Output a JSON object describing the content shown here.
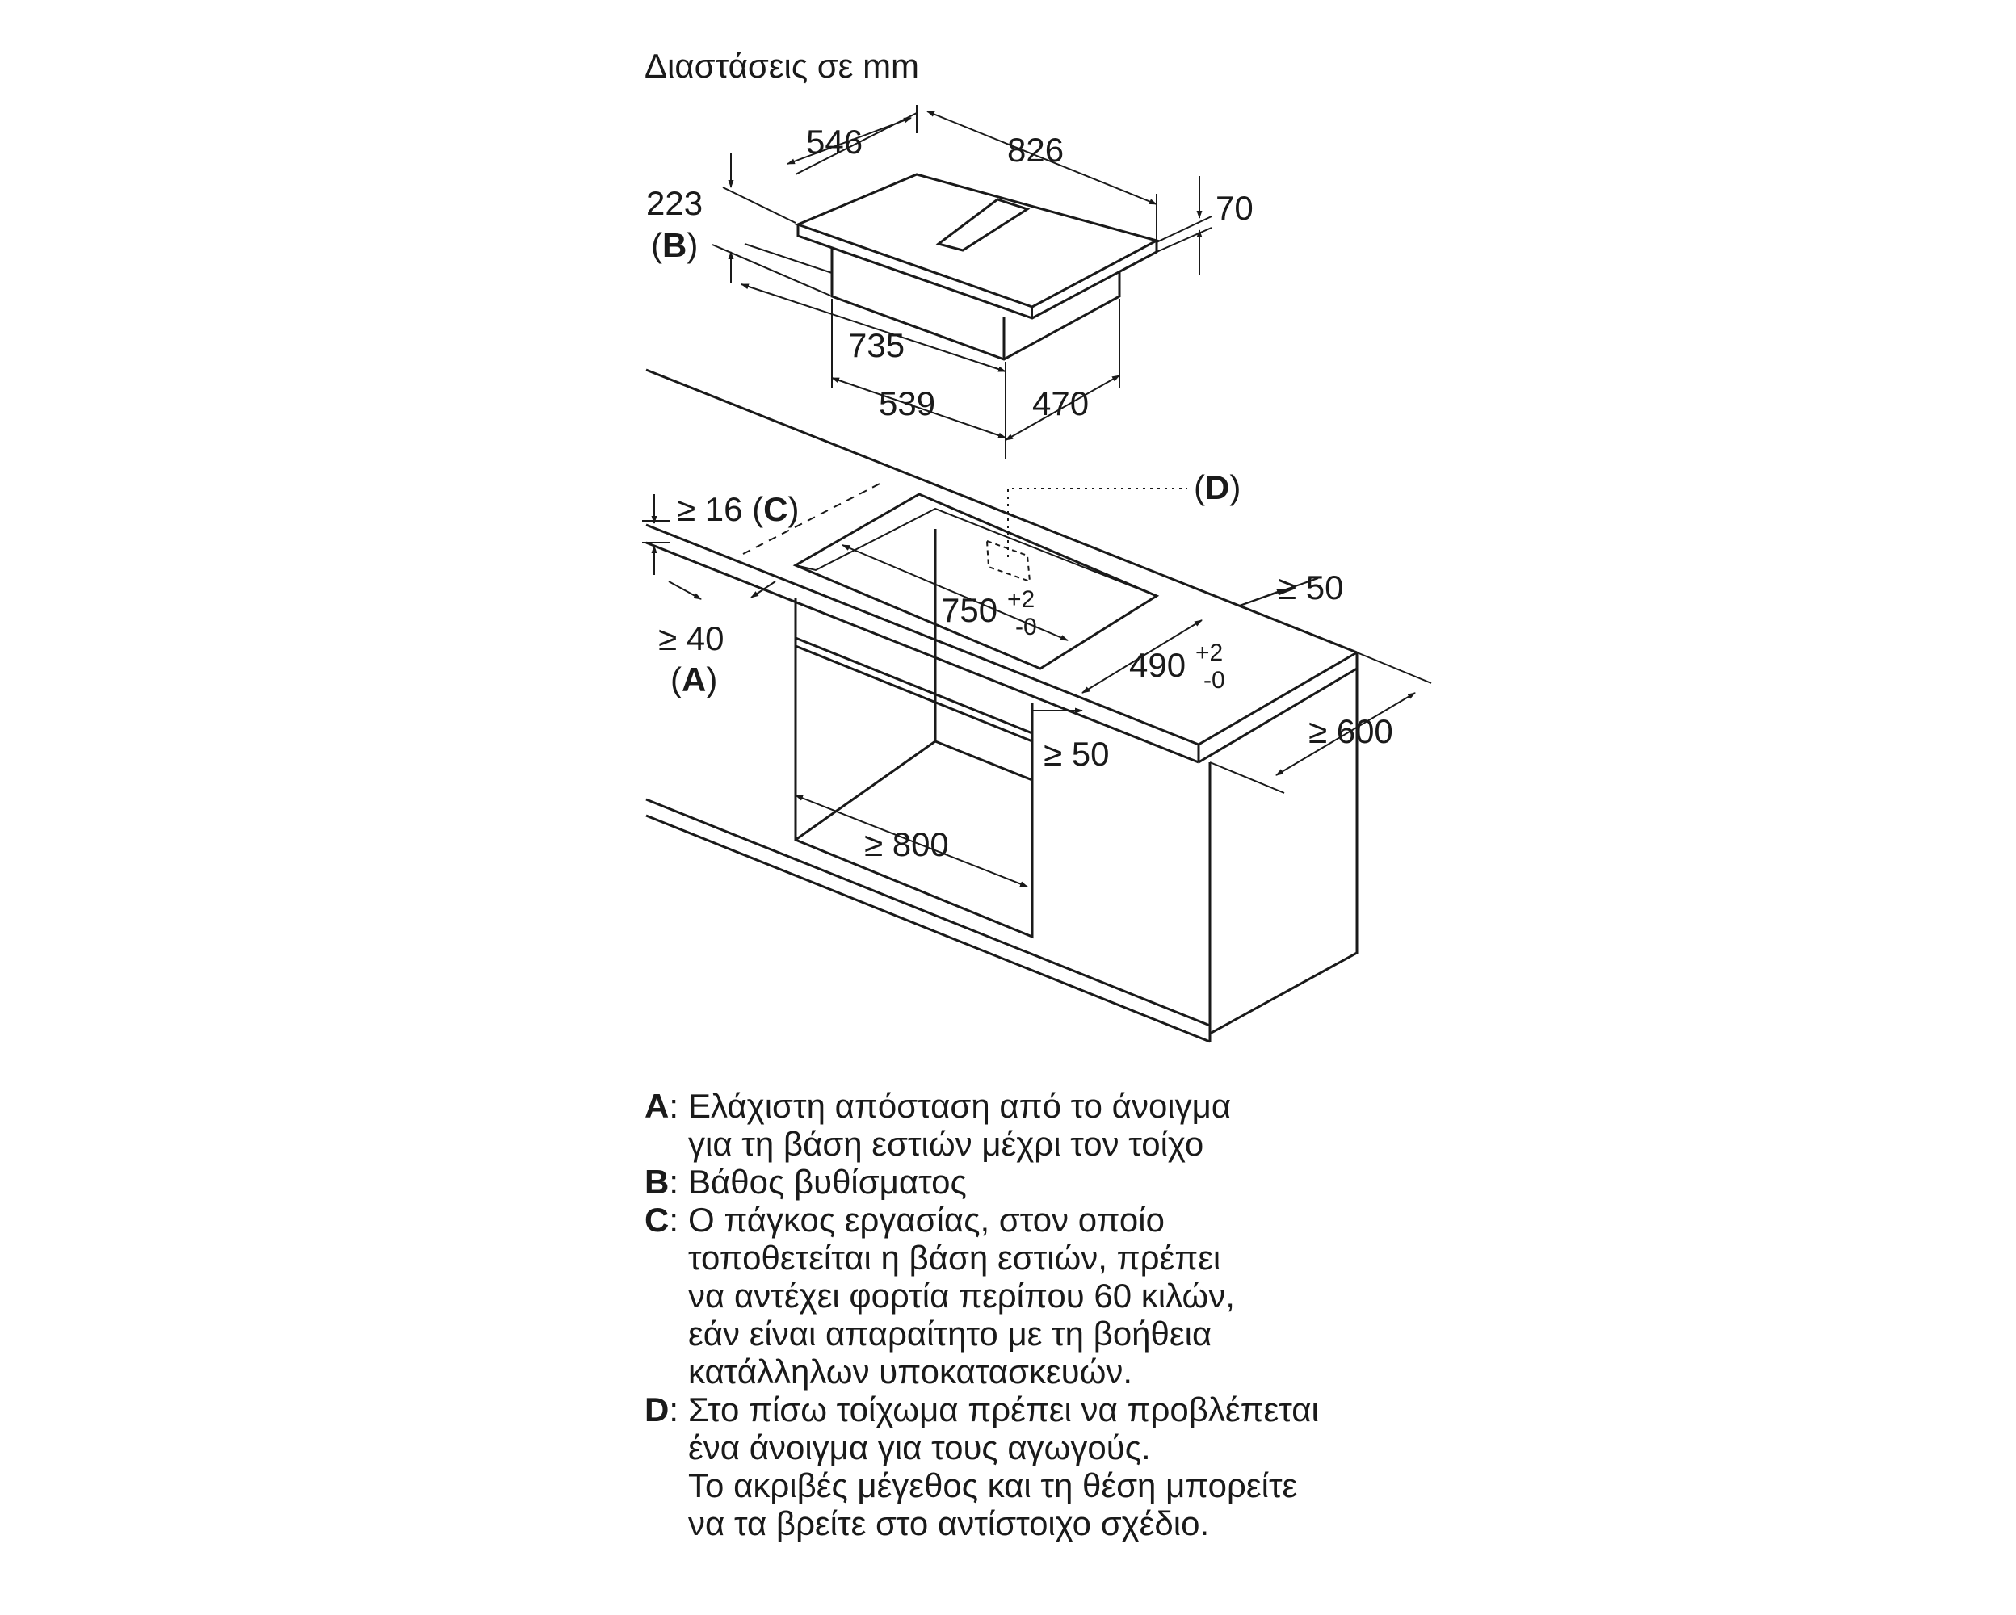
{
  "title": "Διαστάσεις σε mm",
  "hob": {
    "depth": "546",
    "width": "826",
    "height": "70",
    "total_depth": "223",
    "total_depth_ref": "B",
    "body_width": "735",
    "body_depth_front": "539",
    "body_depth_side": "470"
  },
  "cutout": {
    "width_main": "750",
    "width_tol_plus": "+2",
    "width_tol_minus": "-0",
    "depth_main": "490",
    "depth_tol_plus": "+2",
    "depth_tol_minus": "-0",
    "worktop_thickness": "≥ 16",
    "worktop_ref": "C",
    "wall_distance": "≥ 40",
    "wall_ref": "A",
    "rear_distance": "≥ 50",
    "front_distance": "≥ 50",
    "worktop_depth": "≥ 600",
    "cabinet_width": "≥ 800",
    "duct_ref": "D"
  },
  "legend": [
    {
      "key": "A",
      "lines": [
        "Ελάχιστη απόσταση από το άνοιγμα",
        "για τη βάση εστιών μέχρι τον τοίχο"
      ]
    },
    {
      "key": "B",
      "lines": [
        "Βάθος βυθίσματος"
      ]
    },
    {
      "key": "C",
      "lines": [
        "Ο πάγκος εργασίας, στον οποίο",
        "τοποθετείται η βάση εστιών, πρέπει",
        "να αντέχει φορτία περίπου 60 κιλών,",
        "εάν είναι απαραίτητο με τη βοήθεια",
        "κατάλληλων υποκατασκευών."
      ]
    },
    {
      "key": "D",
      "lines": [
        "Στο πίσω τοίχωμα πρέπει να προβλέπεται",
        "ένα άνοιγμα για τους αγωγούς.",
        "Το ακριβές μέγεθος και τη θέση μπορείτε",
        "να τα βρείτε στο αντίστοιχο σχέδιο."
      ]
    }
  ]
}
